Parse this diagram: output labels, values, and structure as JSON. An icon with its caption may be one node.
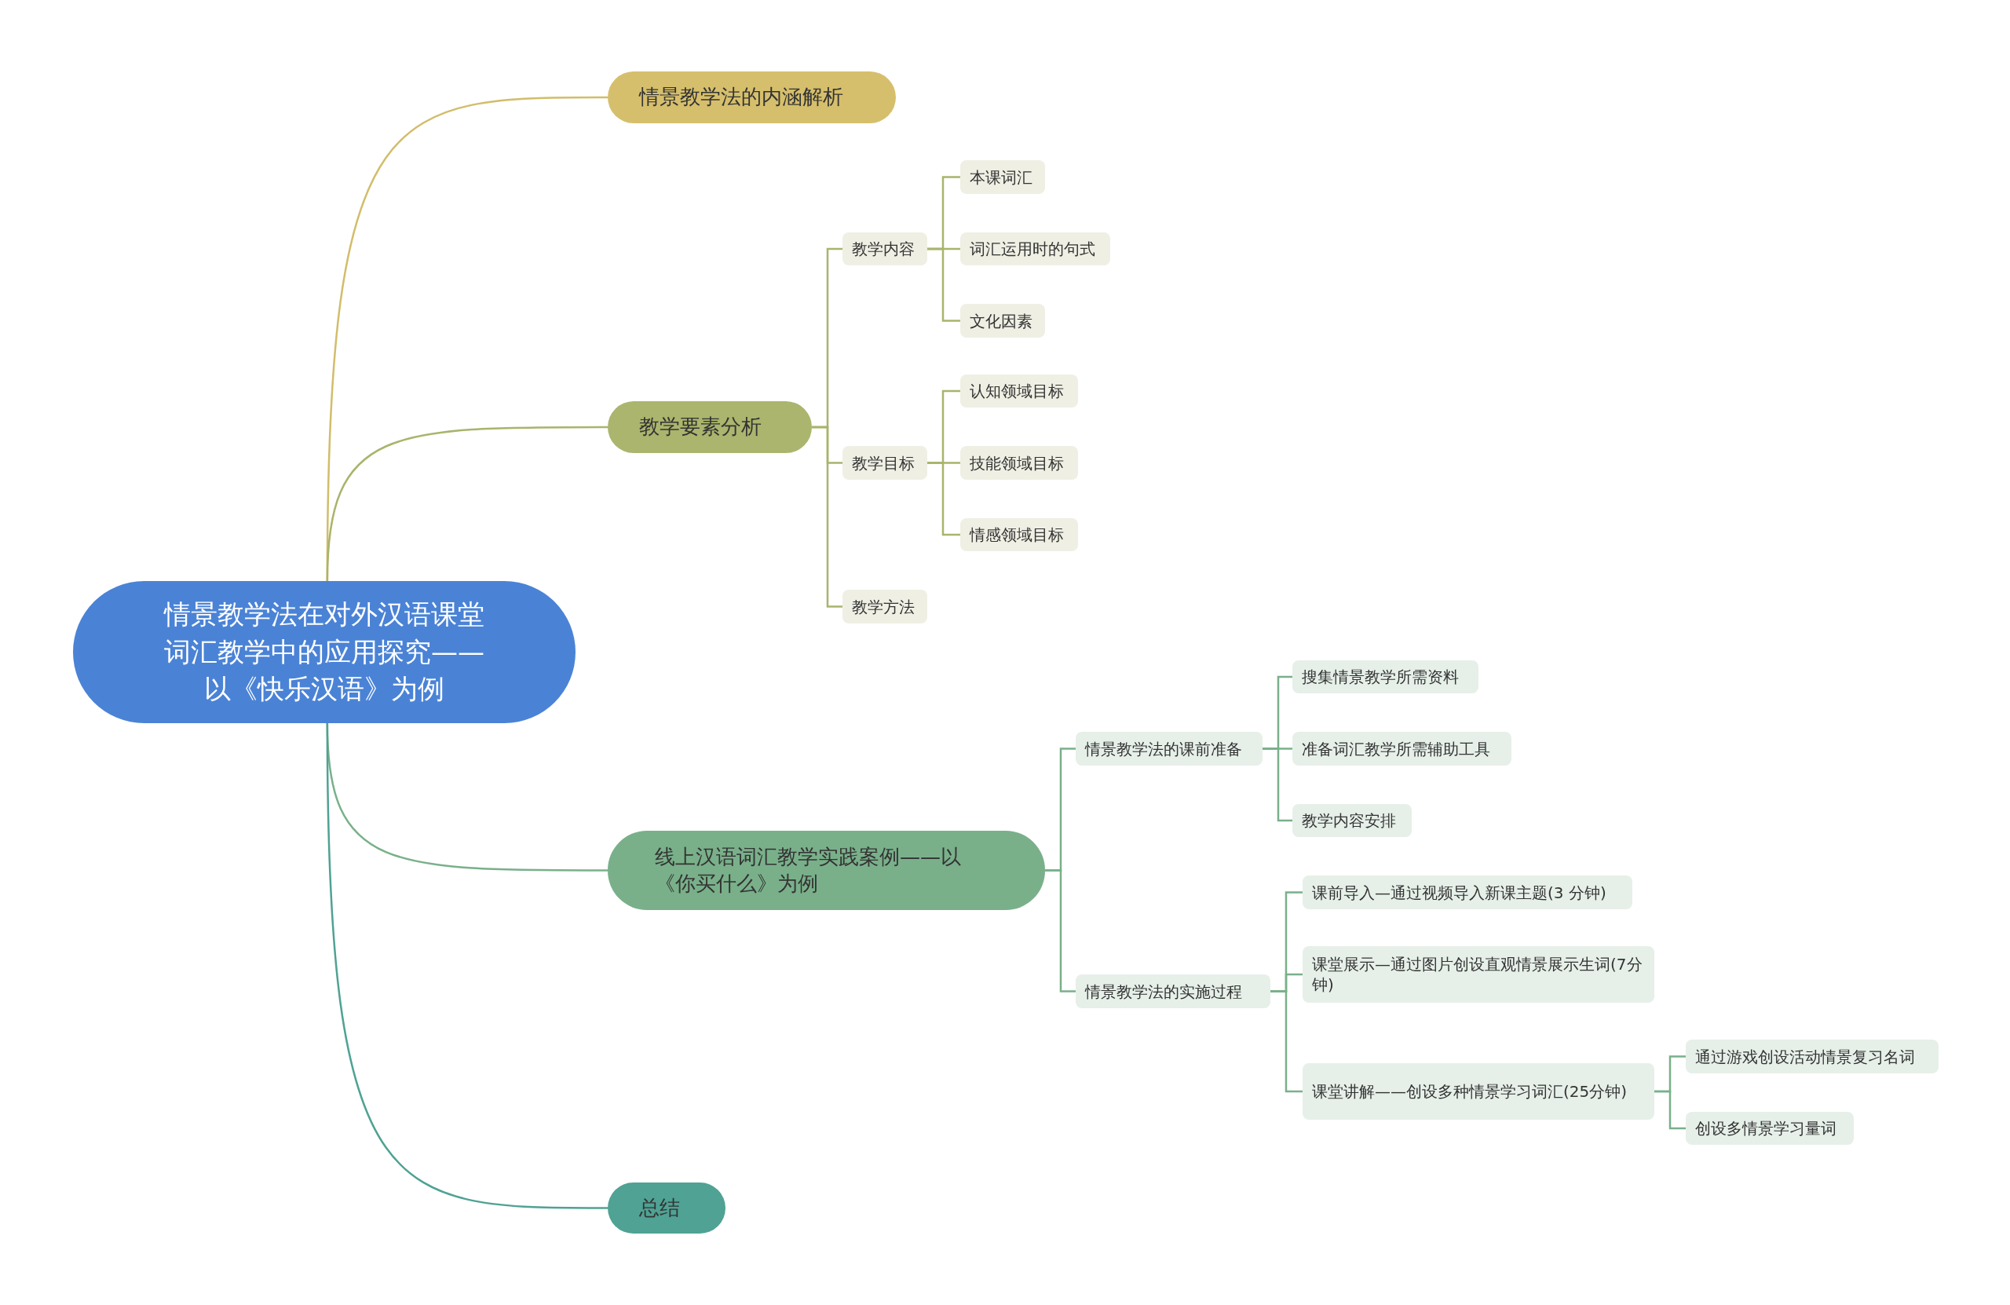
{
  "diagram": {
    "nodes": [
      {
        "text": [
          "情景教学法在对外汉语课堂词汇教学中的应用探究——以《快乐汉语》为例"
        ]
      },
      {
        "text": [
          "情景教学法的内涵解析"
        ]
      },
      {
        "text": [
          "教学要素分析"
        ]
      },
      {
        "text": [
          "教学内容"
        ]
      },
      {
        "text": [
          "本课词汇"
        ]
      },
      {
        "text": [
          "词汇运用时的句式"
        ]
      },
      {
        "text": [
          "文化因素"
        ]
      },
      {
        "text": [
          "教学目标"
        ]
      },
      {
        "text": [
          "认知领域目标"
        ]
      },
      {
        "text": [
          "技能领域目标"
        ]
      },
      {
        "text": [
          "情感领域目标"
        ]
      },
      {
        "text": [
          "教学方法"
        ]
      },
      {
        "text": [
          "线上汉语词汇教学实践案例——以《你买什么》为例"
        ]
      },
      {
        "text": [
          "情景教学法的课前准备"
        ]
      },
      {
        "text": [
          "搜集情景教学所需资料"
        ]
      },
      {
        "text": [
          "准备词汇教学所需辅助工具"
        ]
      },
      {
        "text": [
          "教学内容安排"
        ]
      },
      {
        "text": [
          "情景教学法的实施过程"
        ]
      },
      {
        "text": [
          "课前导入—通过视频导入新课主题(3 分钟)"
        ]
      },
      {
        "text": [
          "课堂展示—通过图片创设直观情景展示生词(7分钟)"
        ]
      },
      {
        "text": [
          "课堂讲解——创设多种情景学习词汇(25分钟)"
        ]
      },
      {
        "text": [
          "通过游戏创设活动情景复习名词"
        ]
      },
      {
        "text": [
          "创设多情景学习量词"
        ]
      },
      {
        "text": [
          "总结"
        ]
      }
    ],
    "edges": [
      {
        "from": 0,
        "to": 1,
        "arrow": "none",
        "color": "#d2bd6a"
      },
      {
        "from": 0,
        "to": 2,
        "arrow": "none",
        "color": "#a9b46b"
      },
      {
        "from": 2,
        "to": 3,
        "arrow": "none",
        "color": "#a9b46b"
      },
      {
        "from": 3,
        "to": 4,
        "arrow": "none",
        "color": "#a9b46b"
      },
      {
        "from": 3,
        "to": 5,
        "arrow": "none",
        "color": "#a9b46b"
      },
      {
        "from": 3,
        "to": 6,
        "arrow": "none",
        "color": "#a9b46b"
      },
      {
        "from": 2,
        "to": 7,
        "arrow": "none",
        "color": "#a9b46b"
      },
      {
        "from": 7,
        "to": 8,
        "arrow": "none",
        "color": "#a9b46b"
      },
      {
        "from": 7,
        "to": 9,
        "arrow": "none",
        "color": "#a9b46b"
      },
      {
        "from": 7,
        "to": 10,
        "arrow": "none",
        "color": "#a9b46b"
      },
      {
        "from": 2,
        "to": 11,
        "arrow": "none",
        "color": "#a9b46b"
      },
      {
        "from": 0,
        "to": 12,
        "arrow": "none"
      },
      {
        "from": 12,
        "to": 13,
        "arrow": "none"
      },
      {
        "from": 13,
        "to": 14,
        "arrow": "none"
      },
      {
        "from": 13,
        "to": 15,
        "arrow": "none"
      },
      {
        "from": 13,
        "to": 16,
        "arrow": "none"
      },
      {
        "from": 12,
        "to": 17,
        "arrow": "none"
      },
      {
        "from": 17,
        "to": 18,
        "arrow": "none"
      },
      {
        "from": 17,
        "to": 19,
        "arrow": "none"
      },
      {
        "from": 17,
        "to": 20,
        "arrow": "none"
      },
      {
        "from": 20,
        "to": 21,
        "arrow": "none"
      },
      {
        "from": 20,
        "to": 22,
        "arrow": "none"
      },
      {
        "from": 0,
        "to": 23,
        "arrow": "none",
        "color": "#4fa294"
      }
    ]
  }
}
